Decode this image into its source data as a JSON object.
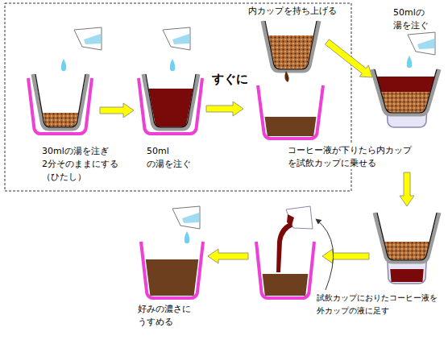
{
  "diagram": {
    "labels": [
      "内カップを持ち上げる",
      "50mlの 湯を注ぐ",
      "すぐに",
      "30mlの湯を注ぎ 2分そのままにする （ひたし）",
      "50ml の湯を注ぐ",
      "コーヒー液が下りたら内カップ を試飲カップに乗せる",
      "試飲カップにおりたコーヒー液を 外カップの液に足す",
      "好みの濃さに うすめる"
    ]
  }
}
